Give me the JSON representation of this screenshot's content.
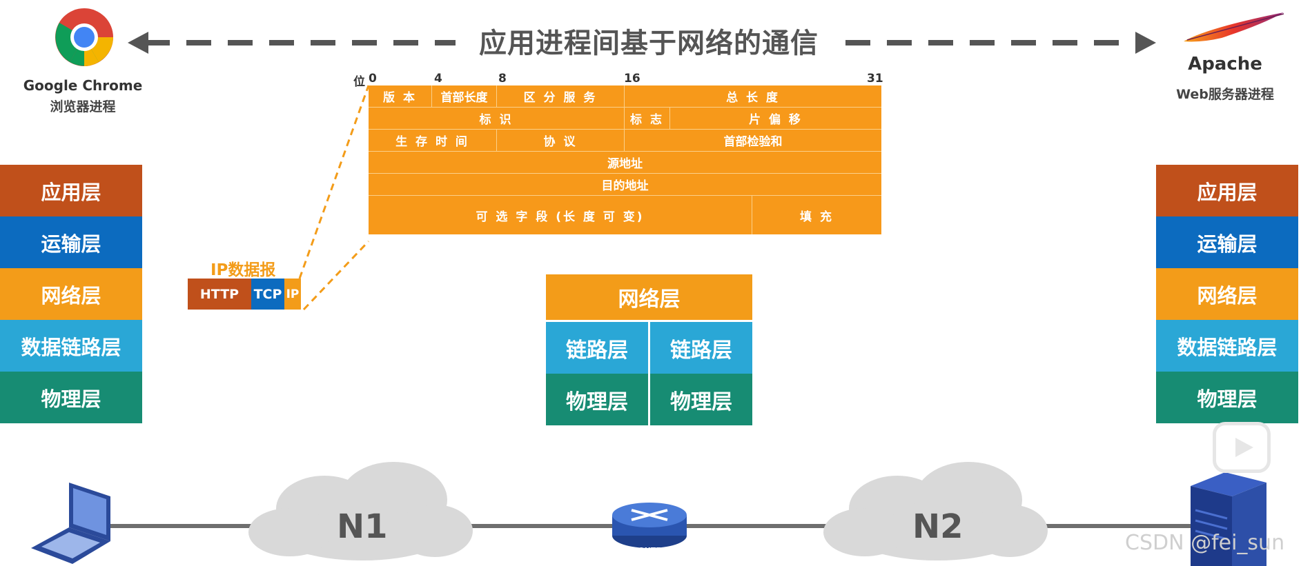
{
  "title": "应用进程间基于网络的通信",
  "chrome": {
    "name": "Google Chrome",
    "process": "浏览器进程",
    "icon": "chrome-logo-icon"
  },
  "apache": {
    "name": "Apache",
    "process": "Web服务器进程",
    "icon": "apache-feather-icon"
  },
  "stack_left": [
    "应用层",
    "运输层",
    "网络层",
    "数据链路层",
    "物理层"
  ],
  "stack_right": [
    "应用层",
    "运输层",
    "网络层",
    "数据链路层",
    "物理层"
  ],
  "router_stack": {
    "network": "网络层",
    "link_left": "链路层",
    "link_right": "链路层",
    "phys_left": "物理层",
    "phys_right": "物理层"
  },
  "datagram": {
    "title": "IP数据报",
    "http": "HTTP",
    "tcp": "TCP",
    "ip": "IP"
  },
  "header": {
    "bit_prefix": "位",
    "bits": [
      "0",
      "4",
      "8",
      "16",
      "31"
    ],
    "row1": [
      "版 本",
      "首部长度",
      "区 分 服 务",
      "总 长 度"
    ],
    "row2": [
      "标 识",
      "标 志",
      "片 偏 移"
    ],
    "row3": [
      "生 存 时 间",
      "协 议",
      "首部检验和"
    ],
    "row4": "源地址",
    "row5": "目的地址",
    "row6": [
      "可 选 字 段 (长 度 可 变)",
      "填 充"
    ]
  },
  "network": {
    "n1": "N1",
    "n2": "N2",
    "router_label": "ROUTER"
  },
  "watermark": "CSDN @fei_sun",
  "colors": {
    "application": "#c0501b",
    "transport": "#0c6bbf",
    "network": "#f39c19",
    "datalink": "#2aa7d6",
    "physical": "#178c73",
    "header": "#f7991a"
  }
}
